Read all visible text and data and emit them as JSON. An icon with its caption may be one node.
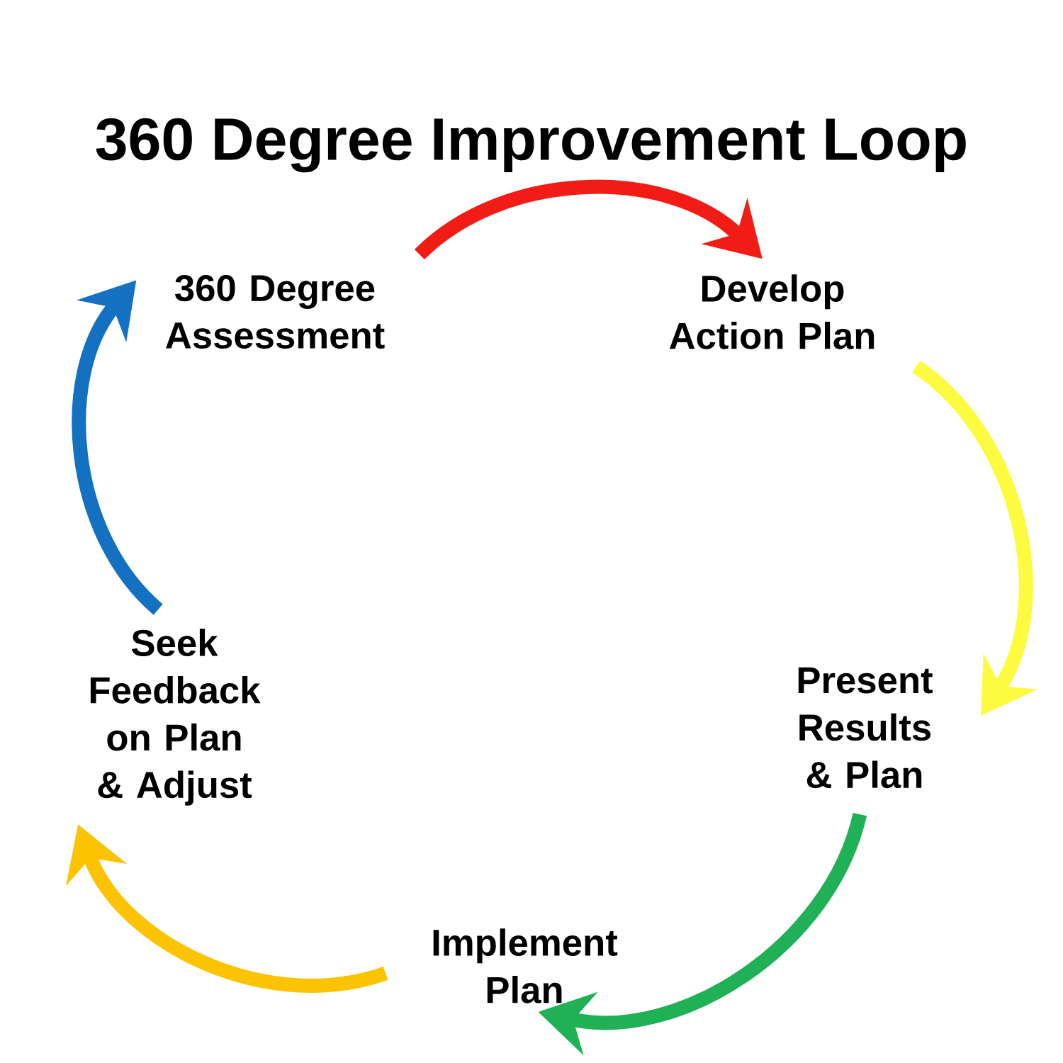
{
  "diagram": {
    "title": "360 Degree Improvement Loop",
    "nodes": [
      {
        "text": [
          "360 Degree Assessment"
        ]
      },
      {
        "text": [
          "Develop Action Plan"
        ]
      },
      {
        "text": [
          "Present Results & Plan"
        ]
      },
      {
        "text": [
          "Implement Plan"
        ]
      },
      {
        "text": [
          "Seek Feedback on Plan & Adjust"
        ]
      }
    ],
    "edges": [
      {
        "from": 0,
        "to": 1,
        "arrow": "to",
        "color": "#f21c17"
      },
      {
        "from": 1,
        "to": 2,
        "arrow": "to",
        "color": "#fdfb40"
      },
      {
        "from": 2,
        "to": 3,
        "arrow": "to",
        "color": "#20b056"
      },
      {
        "from": 3,
        "to": 4,
        "arrow": "to",
        "color": "#fbc302"
      },
      {
        "from": 4,
        "to": 0,
        "arrow": "to",
        "color": "#1470c0"
      }
    ]
  }
}
